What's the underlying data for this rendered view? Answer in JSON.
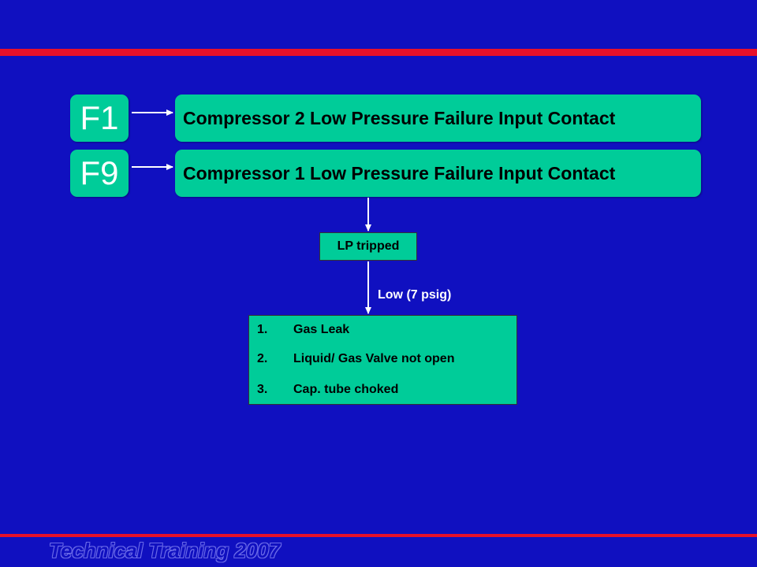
{
  "codes": {
    "f1": "F1",
    "f9": "F9"
  },
  "descriptions": {
    "compressor2": "Compressor 2 Low Pressure Failure Input Contact",
    "compressor1": "Compressor 1 Low Pressure Failure Input Contact"
  },
  "status_box": "LP tripped",
  "threshold_label": "Low (7 psig)",
  "causes": [
    {
      "num": "1.",
      "text": "Gas Leak"
    },
    {
      "num": "2.",
      "text": "Liquid/ Gas Valve not open"
    },
    {
      "num": "3.",
      "text": "Cap. tube choked"
    }
  ],
  "footer": "Technical Training 2007",
  "colors": {
    "background": "#1010c0",
    "box_fill": "#00cc99",
    "accent_line": "#e8102a"
  }
}
